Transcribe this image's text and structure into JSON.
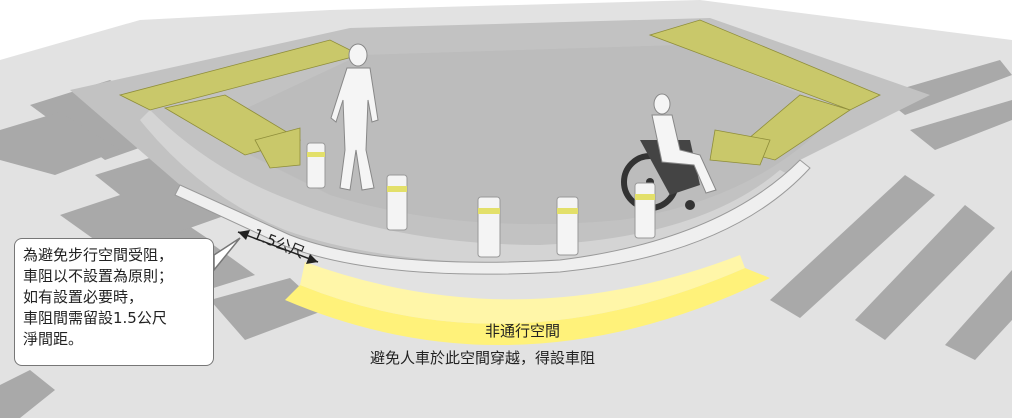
{
  "dimension_label": "1.5公尺",
  "callout": {
    "lines": [
      "為避免步行空間受阻，",
      "車阻以不設置為原則；",
      "如有設置必要時，",
      "車阻間需留設1.5公尺",
      "淨間距。"
    ]
  },
  "zone": {
    "title": "非通行空間",
    "description": "避免人車於此空間穿越，得設車阻"
  },
  "colors": {
    "road": "#d9d9d9",
    "sidewalk": "#bdbdbd",
    "curb": "#f0f0f0",
    "tactile": "#c9c86a",
    "no_pass_zone": "#fff27a",
    "crosswalk": "#a6a6a6",
    "bollard": "#f4f4f4",
    "bollard_band": "#e3e06a",
    "person": "#f5f5f5"
  },
  "icons": [
    "pedestrian-icon",
    "wheelchair-user-icon",
    "bollard-icon",
    "tactile-paving-icon"
  ]
}
